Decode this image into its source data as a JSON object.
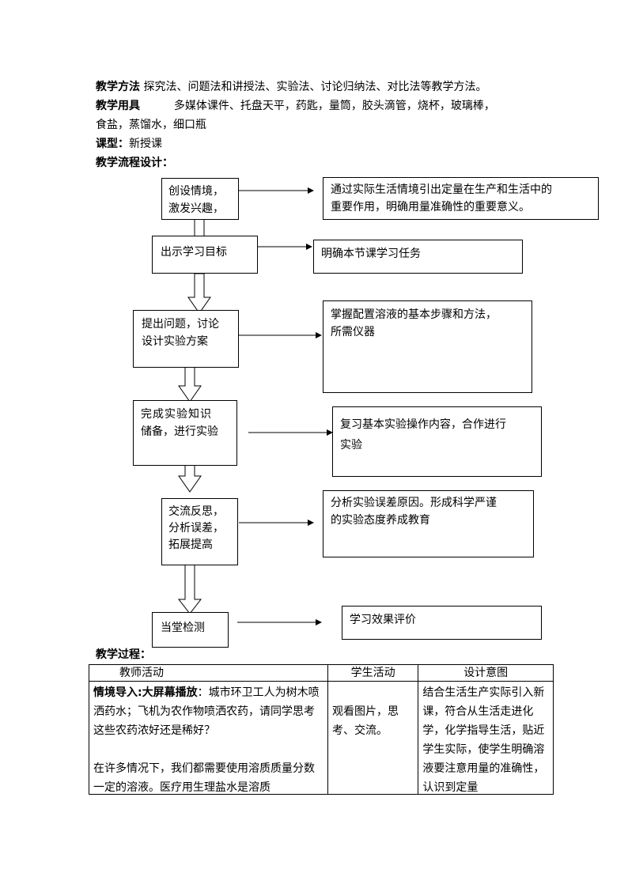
{
  "header": {
    "method_label": "教学方法",
    "method_text": "探究法、问题法和讲授法、实验法、讨论归纳法、对比法等教学方法。",
    "tools_label": "教学用具",
    "tools_text_1": "多媒体课件、托盘天平，药匙，量筒，胶头滴管，烧杯，玻璃棒，",
    "tools_text_2": "食盐，蒸馏水，细口瓶",
    "lesson_type_label": "课型：",
    "lesson_type_text": "新授课",
    "flow_title": "教学流程设计："
  },
  "flow": {
    "steps": [
      {
        "line1": "创设情境，",
        "line2": "激发兴趣，",
        "line3": ""
      },
      {
        "line1": "出示学习目标",
        "line2": "",
        "line3": ""
      },
      {
        "line1": "提出问题，讨论",
        "line2": "设计实验方案",
        "line3": ""
      },
      {
        "line1": "完成实验知识",
        "line2": "储备，进行实验",
        "line3": ""
      },
      {
        "line1": "交流反思，",
        "line2": "分析误差，",
        "line3": "拓展提高"
      },
      {
        "line1": "当堂检测",
        "line2": "",
        "line3": ""
      }
    ],
    "notes": [
      {
        "line1": "通过实际生活情境引出定量在生产和生活中的",
        "line2": "重要作用，明确用量准确性的重要意义。"
      },
      {
        "line1": "明确本节课学习任务",
        "line2": ""
      },
      {
        "line1": "掌握配置溶液的基本步骤和方法，",
        "line2": "所需仪器"
      },
      {
        "line1": "复习基本实验操作内容，合作进行",
        "line2": "实验"
      },
      {
        "line1": "分析实验误差原因。形成科学严谨",
        "line2": "的实验态度养成教育"
      },
      {
        "line1": "学习效果评价",
        "line2": ""
      }
    ]
  },
  "process": {
    "title": "教学过程：",
    "headers": [
      "教师活动",
      "学生活动",
      "设计意图"
    ],
    "teacher_bold": "情境导入:大屏幕播放",
    "teacher_text_1": "：城市环卫工人为树木喷洒药水；飞机为农作物喷洒农药，请同学思考这些农药浓好还是稀好？",
    "teacher_text_2": "在许多情况下，我们都需要使用溶质质量分数一定的溶液。医疗用生理盐水是溶质",
    "student_text": "观看图片，思考、交流。",
    "intent_text": "结合生活生产实际引入新课，符合从生活走进化学，化学指导生活，贴近学生实际，使学生明确溶液要注意用量的准确性，认识到定量"
  }
}
